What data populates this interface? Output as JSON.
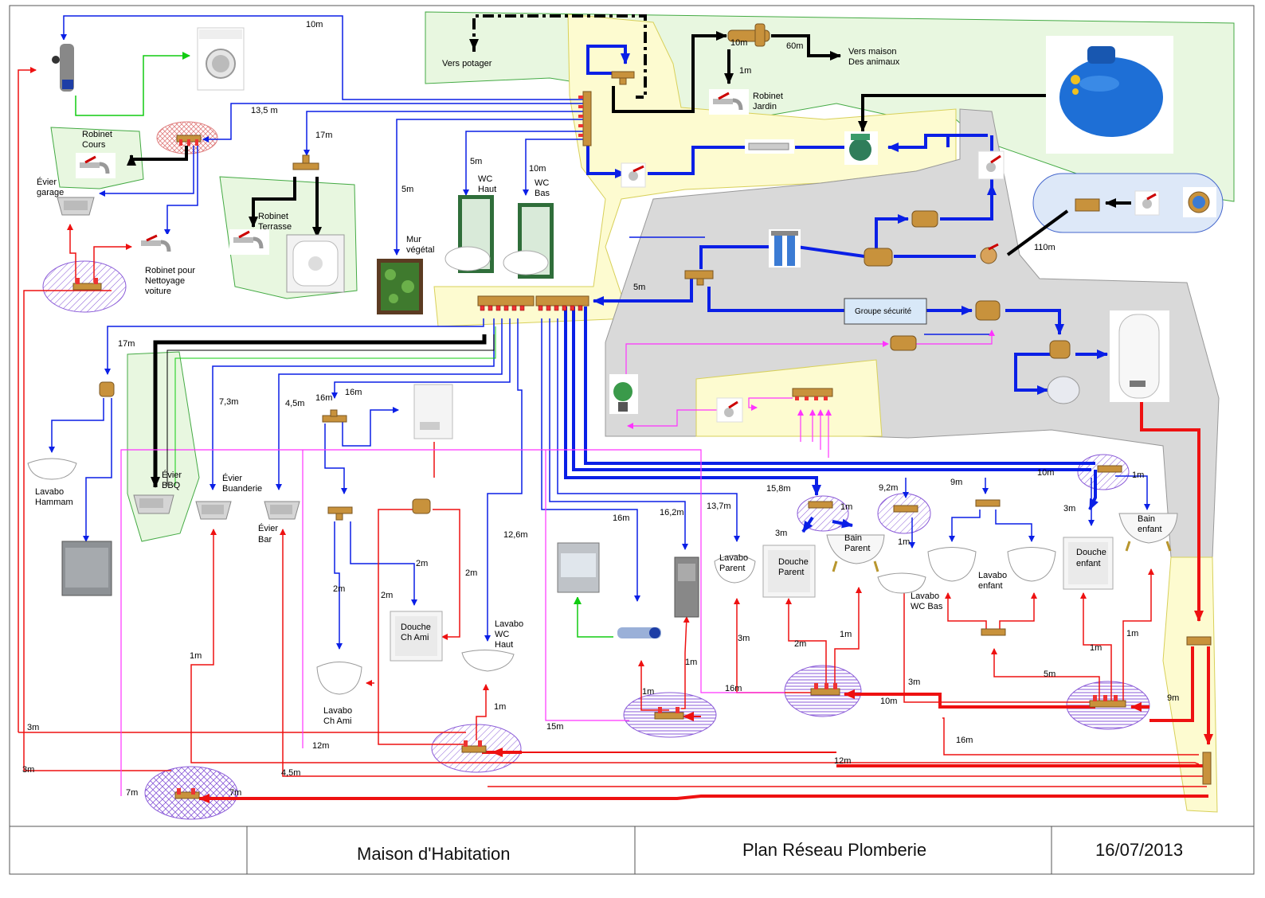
{
  "title_block": {
    "project": "Maison d'Habitation",
    "plan": "Plan Réseau Plomberie",
    "date": "16/07/2013"
  },
  "colors": {
    "cold": "#0a1fe6",
    "hot": "#ee1111",
    "recirculation": "#ff33ff",
    "rain": "#000000",
    "machine": "#11cc11",
    "zone_green": "#e8f7e0",
    "zone_yellow": "#fdfbd0",
    "zone_grey": "#d9d9d9",
    "zone_blue": "#dde8f8",
    "pipe_brass": "#c8923c",
    "tank": "#1e6fd6"
  },
  "labels": {
    "vers_potager": "Vers potager",
    "vers_maison_animaux_1": "Vers maison",
    "vers_maison_animaux_2": "Des animaux",
    "robinet_jardin_1": "Robinet",
    "robinet_jardin_2": "Jardin",
    "robinet_cours_1": "Robinet",
    "robinet_cours_2": "Cours",
    "evier_garage_1": "Évier",
    "evier_garage_2": "garage",
    "robinet_nettoyage_1": "Robinet pour",
    "robinet_nettoyage_2": "Nettoyage",
    "robinet_nettoyage_3": "voiture",
    "robinet_terrasse_1": "Robinet",
    "robinet_terrasse_2": "Terrasse",
    "mur_vegetal_1": "Mur",
    "mur_vegetal_2": "végétal",
    "wc_haut_1": "WC",
    "wc_haut_2": "Haut",
    "wc_bas_1": "WC",
    "wc_bas_2": "Bas",
    "groupe_securite": "Groupe sécurité",
    "lavabo_hammam_1": "Lavabo",
    "lavabo_hammam_2": "Hammam",
    "evier_bbq_1": "Évier",
    "evier_bbq_2": "BBQ",
    "evier_buanderie_1": "Évier",
    "evier_buanderie_2": "Buanderie",
    "evier_bar_1": "Évier",
    "evier_bar_2": "Bar",
    "douche_chami_1": "Douche",
    "douche_chami_2": "Ch Ami",
    "lavabo_chami_1": "Lavabo",
    "lavabo_chami_2": "Ch Ami",
    "lavabo_wchaut_1": "Lavabo",
    "lavabo_wchaut_2": "WC",
    "lavabo_wchaut_3": "Haut",
    "lavabo_parent_1": "Lavabo",
    "lavabo_parent_2": "Parent",
    "douche_parent_1": "Douche",
    "douche_parent_2": "Parent",
    "bain_parent_1": "Bain",
    "bain_parent_2": "Parent",
    "lavabo_wcbas_1": "Lavabo",
    "lavabo_wcbas_2": "WC Bas",
    "lavabo_enfant_1": "Lavabo",
    "lavabo_enfant_2": "enfant",
    "douche_enfant_1": "Douche",
    "douche_enfant_2": "enfant",
    "bain_enfant_1": "Bain",
    "bain_enfant_2": "enfant"
  },
  "distances": {
    "d_10m_top": "10m",
    "d_10m_jardin": "10m",
    "d_60m": "60m",
    "d_1m_jardin": "1m",
    "d_13_5m": "13,5 m",
    "d_17m_terrasse": "17m",
    "d_5m_mur": "5m",
    "d_5m_wchaut": "5m",
    "d_10m_wcbas": "10m",
    "d_110m": "110m",
    "d_5m_collector": "5m",
    "d_17m_hammam": "17m",
    "d_7_3m": "7,3m",
    "d_4_5m_bar": "4,5m",
    "d_16m_a": "16m",
    "d_16m_b": "16m",
    "d_2m_a": "2m",
    "d_2m_b": "2m",
    "d_2m_c": "2m",
    "d_2m_d": "2m",
    "d_12_6m": "12,6m",
    "d_16m_lv": "16m",
    "d_16_2m": "16,2m",
    "d_13_7m": "13,7m",
    "d_15_8m": "15,8m",
    "d_1m_bp": "1m",
    "d_3m_dp": "3m",
    "d_9_2m": "9,2m",
    "d_1m_wcbas": "1m",
    "d_9m": "9m",
    "d_10m_enfant": "10m",
    "d_1m_be": "1m",
    "d_3m_de": "3m",
    "d_1m_red_left": "1m",
    "d_1m_lvwc": "1m",
    "d_3m_red_a": "3m",
    "d_3m_red_b": "3m",
    "d_7m_a": "7m",
    "d_7m_b": "7m",
    "d_12m": "12m",
    "d_4_5m_red": "4,5m",
    "d_15m": "15m",
    "d_1m_dish_a": "1m",
    "d_1m_dish_b": "1m",
    "d_16m_red": "16m",
    "d_3m_lp": "3m",
    "d_2m_dp": "2m",
    "d_1m_bp_red": "1m",
    "d_10m_red": "10m",
    "d_3m_wcbas_red": "3m",
    "d_5m_red": "5m",
    "d_1m_de_red": "1m",
    "d_1m_be_red": "1m",
    "d_9m_red": "9m",
    "d_16m_red2": "16m",
    "d_12m_red2": "12m"
  },
  "icons": [
    "washing-machine-icon",
    "rain-tank-icon",
    "water-meter-icon",
    "valve-icon",
    "tap-icon",
    "wc-icon",
    "sink-icon",
    "basin-icon",
    "shower-icon",
    "bathtub-icon",
    "water-heater-icon",
    "filter-icon",
    "pump-icon",
    "spa-icon",
    "sauna-icon",
    "dishwasher-icon",
    "softener-icon",
    "wall-garden-icon",
    "manifold-icon"
  ]
}
